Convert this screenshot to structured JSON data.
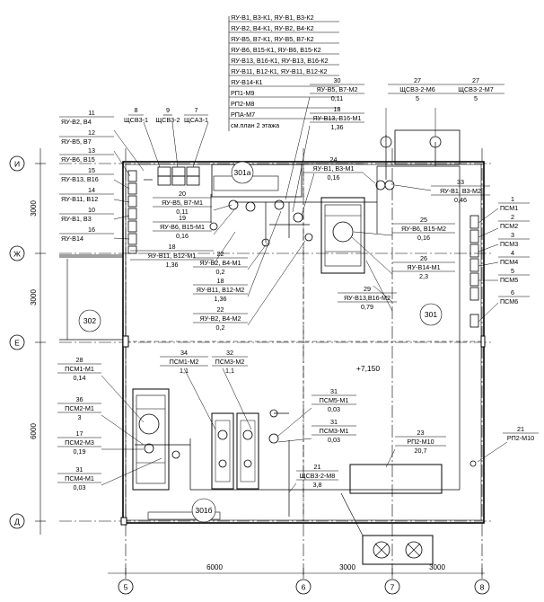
{
  "axes": {
    "vertical": [
      "5",
      "6",
      "7",
      "8"
    ],
    "horizontal": [
      "И",
      "Ж",
      "Е",
      "Д"
    ]
  },
  "dimensions": {
    "bottom": [
      "6000",
      "3000",
      "3000"
    ],
    "left": [
      "3000",
      "3000",
      "6000"
    ]
  },
  "rooms": [
    "301a",
    "302",
    "301",
    "301б"
  ],
  "elevation": "+7,150",
  "header_list": [
    "ЯУ-В1, В3-К1, ЯУ-В1, В3-К2",
    "ЯУ-В2, В4-К1, ЯУ-В2, В4-К2",
    "ЯУ-В5, В7-К1, ЯУ-В5, В7-К2",
    "ЯУ-В6, В15-К1, ЯУ-В6, В15-К2",
    "ЯУ-В13, В16-К1, ЯУ-В13, В16-К2",
    "ЯУ-В11, В12-К1, ЯУ-В11, В12-К2",
    "ЯУ-В14-К1",
    "РП1-М9",
    "РП2-М8",
    "РПА-М7",
    "см.план 2 этажа"
  ],
  "top_panels": [
    {
      "num": "8",
      "name": "ЩСВ3-1"
    },
    {
      "num": "9",
      "name": "ЩСВ3-2"
    },
    {
      "num": "7",
      "name": "ЩСА3-1"
    }
  ],
  "left_panels": [
    {
      "num": "11",
      "name": "ЯУ-В2, В4"
    },
    {
      "num": "12",
      "name": "ЯУ-В5, В7"
    },
    {
      "num": "13",
      "name": "ЯУ-В6, В15"
    },
    {
      "num": "15",
      "name": "ЯУ-В13, В16"
    },
    {
      "num": "14",
      "name": "ЯУ-В11, В12"
    },
    {
      "num": "10",
      "name": "ЯУ-В1, В3"
    },
    {
      "num": "16",
      "name": "ЯУ-В14"
    }
  ],
  "right_panels": [
    {
      "num": "1",
      "name": "ПСМ1"
    },
    {
      "num": "2",
      "name": "ПСМ2"
    },
    {
      "num": "3",
      "name": "ПСМ3"
    },
    {
      "num": "4",
      "name": "ПСМ4"
    },
    {
      "num": "5",
      "name": "ПСМ5"
    },
    {
      "num": "6",
      "name": "ПСМ6"
    }
  ],
  "callouts": [
    {
      "num": "20",
      "name": "ЯУ-В5, В7-М1",
      "val": "0,11"
    },
    {
      "num": "19",
      "name": "ЯУ-В6, В15-М1",
      "val": "0,16"
    },
    {
      "num": "18",
      "name": "ЯУ-В11, В12-М1",
      "val": "1,36"
    },
    {
      "num": "22",
      "name": "ЯУ-В2, В4-М1",
      "val": "0,2"
    },
    {
      "num": "18",
      "name": "ЯУ-В11, В12-М2",
      "val": "1,36"
    },
    {
      "num": "22",
      "name": "ЯУ-В2, В4-М2",
      "val": "0,2"
    },
    {
      "num": "30",
      "name": "ЯУ-В5, В7-М2",
      "val": "0,11"
    },
    {
      "num": "18",
      "name": "ЯУ-В13, В16-М1",
      "val": "1,36"
    },
    {
      "num": "27",
      "name": "ЩСВ3-2-М6",
      "val": "5"
    },
    {
      "num": "27",
      "name": "ЩСВ3-2-М7",
      "val": "5"
    },
    {
      "num": "24",
      "name": "ЯУ-В1, В3-М1",
      "val": "0,16"
    },
    {
      "num": "33",
      "name": "ЯУ-В1, В3-М2",
      "val": "0,46"
    },
    {
      "num": "25",
      "name": "ЯУ-В6, В15-М2",
      "val": "0,16"
    },
    {
      "num": "26",
      "name": "ЯУ-В14-М1",
      "val": "2,3"
    },
    {
      "num": "29",
      "name": "ЯУ-В13,В16-М2",
      "val": "0,79"
    },
    {
      "num": "34",
      "name": "ПСМ1-М2",
      "val": "1,1"
    },
    {
      "num": "32",
      "name": "ПСМ3-М2",
      "val": "1,1"
    },
    {
      "num": "28",
      "name": "ПСМ1-М1",
      "val": "0,14"
    },
    {
      "num": "36",
      "name": "ПСМ2-М1",
      "val": "3"
    },
    {
      "num": "17",
      "name": "ПСМ2-М3",
      "val": "0,19"
    },
    {
      "num": "31",
      "name": "ПСМ4-М1",
      "val": "0,03"
    },
    {
      "num": "31",
      "name": "ПСМ5-М1",
      "val": "0,03"
    },
    {
      "num": "31",
      "name": "ПСМ3-М1",
      "val": "0,03"
    },
    {
      "num": "21",
      "name": "ЩСВ3-2-М8",
      "val": "3,8"
    },
    {
      "num": "23",
      "name": "РП2-М10",
      "val": "20,7"
    },
    {
      "num": "21",
      "name": "РП2-М10",
      "val": ""
    }
  ]
}
